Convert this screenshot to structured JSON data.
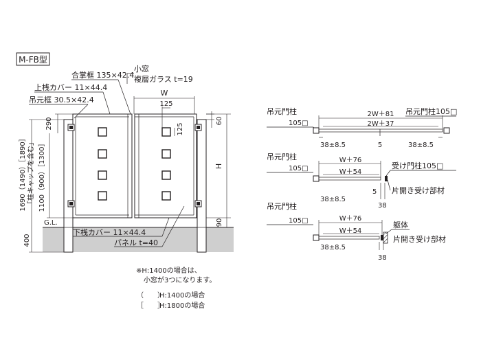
{
  "model_label": "M-FB型",
  "elevation": {
    "labels": {
      "center_frame": "合掌框 135×42.4",
      "upper_cover": "上桟カバー 11×44.4",
      "hinge_frame": "吊元框 30.5×42.4",
      "small_window_title": "小窓",
      "small_window_glass": "複層ガラス t=19",
      "lower_cover": "下桟カバー 11×44.4",
      "panel": "パネル t=40",
      "gl": "G.L."
    },
    "dims": {
      "w": "W",
      "d125_top": "125",
      "d125_side": "125",
      "d290": "290",
      "d60": "60",
      "h": "H",
      "d90": "90",
      "d400": "400",
      "post_height_line1": "1690（1490）［1890］",
      "post_height_line2": "「柱キャップを含む」",
      "panel_height": "1100（900）［1300］"
    },
    "notes": {
      "note1_line1": "※H:1400の場合は、",
      "note1_line2": "小窓が3つになります。",
      "legend_paren_symbol": "（　　）",
      "legend_paren_text": "H:1400の場合",
      "legend_bracket_symbol": "［　　］",
      "legend_bracket_text": "H:1800の場合"
    }
  },
  "plan_views": [
    {
      "left_label": "吊元門柱",
      "left_post_size": "105□",
      "right_label": "吊元門柱105□",
      "outer_dim": "2W＋81",
      "inner_dim": "2W＋37",
      "left_offset": "38±8.5",
      "center_gap": "5",
      "right_offset": "38±8.5"
    },
    {
      "left_label": "吊元門柱",
      "left_post_size": "105□",
      "right_label": "受け門柱105□",
      "right_sub_label": "片開き受け部材",
      "outer_dim": "W＋76",
      "inner_dim": "W＋54",
      "left_offset": "38±8.5",
      "gap": "5",
      "end_dim": "38"
    },
    {
      "left_label": "吊元門柱",
      "left_post_size": "105□",
      "right_label": "躯体",
      "right_sub_label": "片開き受け部材",
      "outer_dim": "W＋76",
      "inner_dim": "W＋54",
      "left_offset": "38±8.5",
      "end_dim": "38"
    }
  ]
}
